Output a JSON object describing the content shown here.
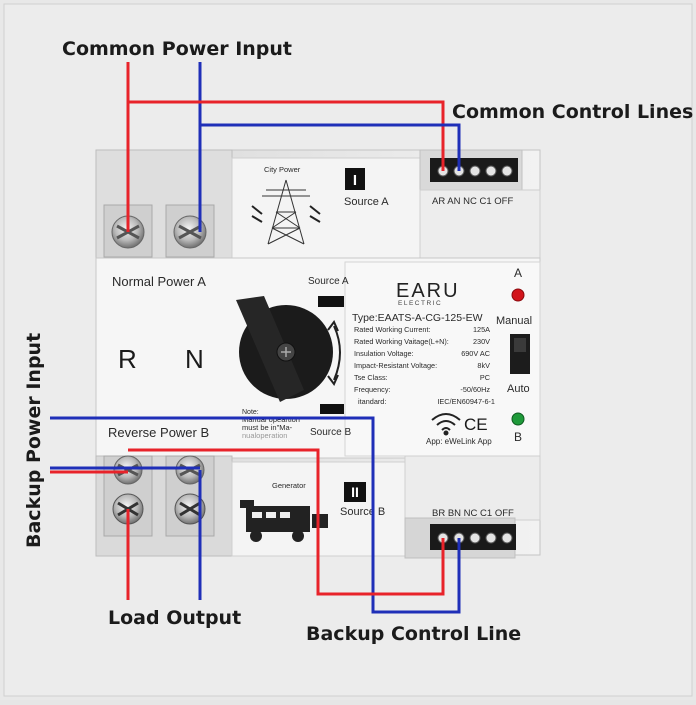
{
  "callouts": {
    "common_power_input": "Common Power Input",
    "common_control_lines": "Common Control Lines",
    "backup_power_input": "Backup Power Input",
    "load_output": "Load Output",
    "backup_control_line": "Backup Control Line"
  },
  "device": {
    "city_power": "City Power",
    "roman_one": "I",
    "source_a_top": "Source A",
    "top_terminal_labels": "AR AN NC C1 OFF",
    "normal_power_a": "Normal Power A",
    "source_a_panel": "Source A",
    "brand": "EARU",
    "brand_sub": "ELECTRIC",
    "type_line": "Type:EAATS-A-CG-125-EW",
    "indicator_a": "A",
    "manual_label": "Manual",
    "auto_label": "Auto",
    "indicator_b": "B",
    "r_label": "R",
    "n_label": "N",
    "specs": [
      {
        "label": "Rated Working Current:",
        "value": "125A"
      },
      {
        "label": "Rated Working Vaitage(L+N):",
        "value": "230V"
      },
      {
        "label": "Insulation Voltage:",
        "value": "690V AC"
      },
      {
        "label": "Impact-Resistant Voltage:",
        "value": "8kV"
      },
      {
        "label": "Tse Class:",
        "value": "PC"
      },
      {
        "label": "Frequency:",
        "value": "-50/60Hz"
      },
      {
        "label": "itandard:",
        "value": "IEC/EN60947-6-1"
      }
    ],
    "ce_mark": "CE",
    "app_label": "App: eWeLink App",
    "note": "Note:",
    "note_line1": "Manual opeartion",
    "note_line2": "must be in\"Ma-",
    "note_line3": "nualoperation",
    "source_b_panel": "Source B",
    "reverse_power_b": "Reverse Power B",
    "generator": "Generator",
    "roman_two": "II",
    "source_b_bottom": "Source B",
    "bottom_terminal_labels": "BR BN NC C1 OFF"
  },
  "colors": {
    "live_wire": "#e8232a",
    "neutral_wire": "#1f2fb8",
    "led_red": "#d2141b",
    "led_green": "#1f9a3a"
  }
}
